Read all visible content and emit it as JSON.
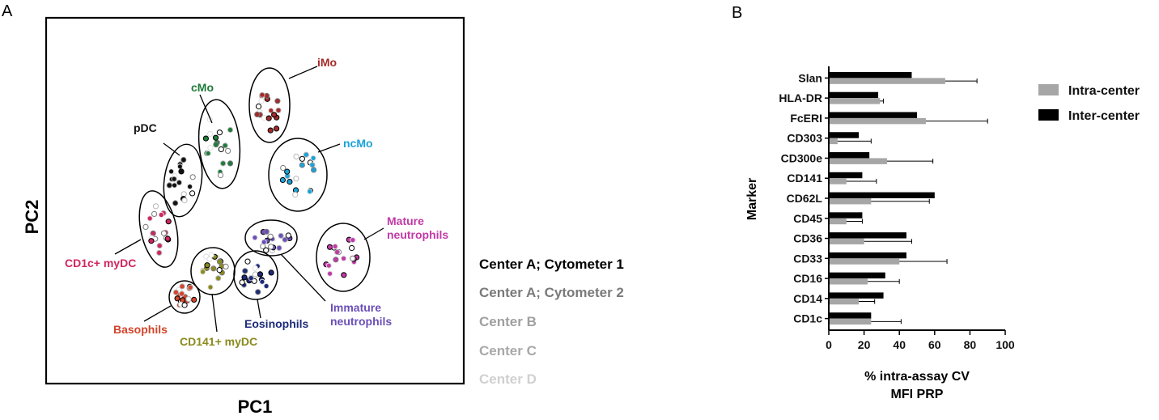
{
  "panel_a": {
    "label": "A",
    "xlabel": "PC1",
    "ylabel": "PC2",
    "populations": [
      {
        "name": "iMo",
        "color": "#a52a2a"
      },
      {
        "name": "cMo",
        "color": "#1e7b3a"
      },
      {
        "name": "pDC",
        "color": "#111111"
      },
      {
        "name": "ncMo",
        "color": "#1aa3d9"
      },
      {
        "name": "Mature neutrophils",
        "color": "#c03aa6"
      },
      {
        "name": "CD1c+ myDC",
        "color": "#d0265f"
      },
      {
        "name": "Immature neutrophils",
        "color": "#6b4fb8"
      },
      {
        "name": "Basophils",
        "color": "#d2452b"
      },
      {
        "name": "Eosinophils",
        "color": "#1c2a7a"
      },
      {
        "name": "CD141+ myDC",
        "color": "#8a8a1e"
      }
    ],
    "centers": [
      {
        "name": "Center A; Cytometer 1",
        "color": "#000000"
      },
      {
        "name": "Center A; Cytometer 2",
        "color": "#7a7a7a"
      },
      {
        "name": "Center B",
        "color": "#a0a0a0"
      },
      {
        "name": "Center C",
        "color": "#a8a8a8"
      },
      {
        "name": "Center D",
        "color": "#d0d0d0"
      }
    ]
  },
  "panel_b": {
    "label": "B"
  },
  "chart_data": {
    "type": "bar",
    "orientation": "horizontal",
    "ylabel": "Marker",
    "xlabel_line1": "% intra-assay CV",
    "xlabel_line2": "MFI PRP",
    "xlim": [
      0,
      100
    ],
    "xticks": [
      "0",
      "20",
      "40",
      "60",
      "80",
      "100"
    ],
    "categories": [
      "Slan",
      "HLA-DR",
      "FcERI",
      "CD303",
      "CD300e",
      "CD141",
      "CD62L",
      "CD45",
      "CD36",
      "CD33",
      "CD16",
      "CD14",
      "CD1c"
    ],
    "series": [
      {
        "name": "Intra-center",
        "color": "#a6a6a6",
        "values": [
          66,
          29,
          55,
          5,
          33,
          10,
          24,
          10,
          20,
          40,
          22,
          17,
          24
        ],
        "errors": [
          18,
          2,
          35,
          19,
          26,
          17,
          33,
          9,
          27,
          27,
          18,
          9,
          17
        ]
      },
      {
        "name": "Inter-center",
        "color": "#000000",
        "values": [
          47,
          28,
          50,
          17,
          23,
          19,
          60,
          19,
          44,
          44,
          32,
          31,
          24
        ]
      }
    ],
    "legend_position": "right"
  }
}
